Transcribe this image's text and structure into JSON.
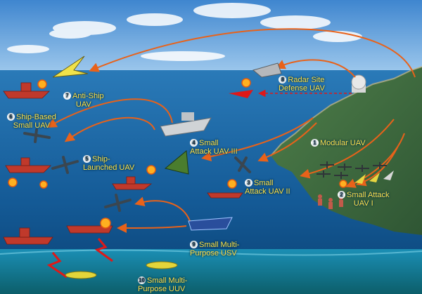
{
  "labels": [
    {
      "id": "anti-ship-uav",
      "num": "7",
      "text": "Anti-Ship\nUAV"
    },
    {
      "id": "radar-site-defense-uav",
      "num": "8",
      "text": "Radar Site\nDefense UAV"
    },
    {
      "id": "ship-based-small-uav",
      "num": "6",
      "text": "Ship-Based\nSmall UAV"
    },
    {
      "id": "modular-uav",
      "num": "1",
      "text": "Modular UAV"
    },
    {
      "id": "small-attack-uav-iii",
      "num": "4",
      "text": "Small\nAttack UAV III"
    },
    {
      "id": "ship-launched-uav",
      "num": "5",
      "text": "Ship-\nLaunched UAV"
    },
    {
      "id": "small-attack-uav-ii",
      "num": "3",
      "text": "Small\nAttack UAV II"
    },
    {
      "id": "small-attack-uav-i",
      "num": "2",
      "text": "Small Attack\nUAV I"
    },
    {
      "id": "small-multi-purpose-usv",
      "num": "9",
      "text": "Small Multi-\nPurpose USV"
    },
    {
      "id": "small-multi-purpose-uuv",
      "num": "10",
      "text": "Small Multi-\nPurpose UUV"
    }
  ],
  "colors": {
    "label_text": "#ffe14a",
    "arrow": "#e8621a",
    "enemy_ship": "#c0392b",
    "link_line": "#e01818",
    "sea": "#1a6aa6",
    "sky": "#5a9fd8",
    "land": "#3d6b45"
  }
}
